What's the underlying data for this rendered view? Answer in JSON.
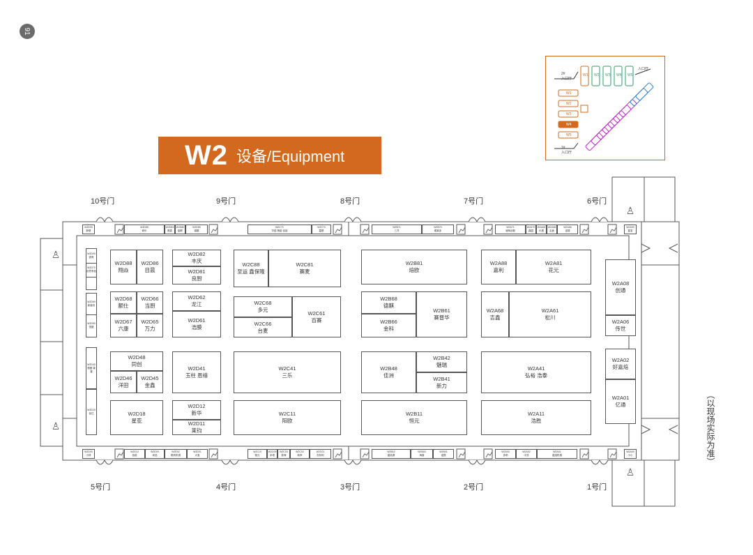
{
  "page_number": "91",
  "title": {
    "code": "W2",
    "text": "设备/Equipment"
  },
  "note": "（以现场实际为准）",
  "doors_top": [
    "10号门",
    "9号门",
    "8号门",
    "7号门",
    "6号门"
  ],
  "doors_bottom": [
    "5号门",
    "4号门",
    "3号门",
    "2号门",
    "1号门"
  ],
  "inset": {
    "top_halls": [
      "W1",
      "W2",
      "W3",
      "W4",
      "W5"
    ],
    "side_halls": [
      "W1",
      "W2",
      "W3",
      "W4",
      "W5"
    ],
    "entrance_top": "2#\n入口厅",
    "entrance_right": "入口厅",
    "entrance_bottom": "1#\n入口厅"
  },
  "booths": {
    "d88": {
      "code": "W2D88",
      "name": "翔焱"
    },
    "d86": {
      "code": "W2D86",
      "name": "目晨"
    },
    "d82": {
      "code": "W2D82",
      "name": "丰庆"
    },
    "d81": {
      "code": "W2D81",
      "name": "良厨"
    },
    "d68": {
      "code": "W2D68",
      "name": "额仕"
    },
    "d66": {
      "code": "W2D66",
      "name": "当厨"
    },
    "d67": {
      "code": "W2D67",
      "name": "六康"
    },
    "d65": {
      "code": "W2D65",
      "name": "万力"
    },
    "d62": {
      "code": "W2D62",
      "name": "龙江"
    },
    "d61": {
      "code": "W2D61",
      "name": "浩膜"
    },
    "d48": {
      "code": "W2D48",
      "name": "同创"
    },
    "d46": {
      "code": "W2D46",
      "name": "洋田"
    },
    "d45": {
      "code": "W2D45",
      "name": "金鑫"
    },
    "d41": {
      "code": "W2D41",
      "name": "玉柱 恩禧"
    },
    "d18": {
      "code": "W2D18",
      "name": "星亚"
    },
    "d12": {
      "code": "W2D12",
      "name": "新华"
    },
    "d11": {
      "code": "W2D11",
      "name": "莱钧"
    },
    "c88": {
      "code": "W2C88",
      "name": "至运 鑫保隆"
    },
    "c81": {
      "code": "W2C81",
      "name": "赛麦"
    },
    "c68": {
      "code": "W2C68",
      "name": "多元"
    },
    "c66": {
      "code": "W2C66",
      "name": "台麦"
    },
    "c61": {
      "code": "W2C61",
      "name": "百赛"
    },
    "c41": {
      "code": "W2C41",
      "name": "三乐"
    },
    "c11": {
      "code": "W2C11",
      "name": "阳欧"
    },
    "b81": {
      "code": "W2B81",
      "name": "焙欧"
    },
    "b68": {
      "code": "W2B68",
      "name": "德麒"
    },
    "b66": {
      "code": "W2B66",
      "name": "金科"
    },
    "b61": {
      "code": "W2B61",
      "name": "赛普华"
    },
    "b48": {
      "code": "W2B48",
      "name": "佳洲"
    },
    "b42": {
      "code": "W2B42",
      "name": "魅瑞"
    },
    "b41": {
      "code": "W2B41",
      "name": "新力"
    },
    "b11": {
      "code": "W2B11",
      "name": "恒元"
    },
    "a88": {
      "code": "W2A88",
      "name": "嘉利"
    },
    "a81": {
      "code": "W2A81",
      "name": "花元"
    },
    "a68": {
      "code": "W2A68",
      "name": "吉鑫"
    },
    "a61": {
      "code": "W2A61",
      "name": "松川"
    },
    "a41": {
      "code": "W2A41",
      "name": "弘裕 浩泰"
    },
    "a11": {
      "code": "W2A11",
      "name": "浩胜"
    },
    "a08": {
      "code": "W2A08",
      "name": "创通"
    },
    "a06": {
      "code": "W2A06",
      "name": "传世"
    },
    "a02": {
      "code": "W2A02",
      "name": "好嘉焙"
    },
    "a01": {
      "code": "W2A01",
      "name": "亿通"
    }
  },
  "mini_top": [
    {
      "code": "W2D85",
      "name": "奇乐"
    },
    {
      "code": "W2D83",
      "name": "赛麦"
    },
    {
      "code": "W2D80",
      "name": "韶联"
    },
    {
      "code": "W2D80",
      "name": "锦鹏"
    },
    {
      "code": "W2C71",
      "name": "华焙 精焙 佳焙"
    },
    {
      "code": "W2C70",
      "name": "嘉联"
    },
    {
      "code": "W2B71",
      "name": "三洋"
    },
    {
      "code": "W2B70",
      "name": "德莱多"
    },
    {
      "code": "W2A71",
      "name": "昶辉创新"
    },
    {
      "code": "W2A70",
      "name": "森园"
    },
    {
      "code": "W2A69",
      "name": "乐昌"
    },
    {
      "code": "W2A68",
      "name": "吉鑫"
    },
    {
      "code": "W2A66",
      "name": "诺德"
    }
  ],
  "mini_bottom": [
    {
      "code": "W2D10",
      "name": "佰焙"
    },
    {
      "code": "W2D09",
      "name": "尚品"
    },
    {
      "code": "W2D02",
      "name": "顺风机械"
    },
    {
      "code": "W2D01",
      "name": "大宝"
    },
    {
      "code": "W2C10",
      "name": "驰元"
    },
    {
      "code": "W2C09",
      "name": "本塔"
    },
    {
      "code": "W2C03",
      "name": "新海"
    },
    {
      "code": "W2C02",
      "name": "和声"
    },
    {
      "code": "W2C01",
      "name": "凯特利"
    },
    {
      "code": "W2B10",
      "name": "嘉焙源"
    },
    {
      "code": "W2B03",
      "name": "海鑫"
    },
    {
      "code": "W2B01",
      "name": "诺德"
    },
    {
      "code": "W2A03",
      "name": "多助"
    },
    {
      "code": "W2A02",
      "name": "中亚"
    },
    {
      "code": "W2A01",
      "name": "嘉焙机械"
    }
  ],
  "mini_left": [
    {
      "code": "W2D90",
      "name": "锐有"
    },
    {
      "code": "W2D70",
      "name": "创意有色"
    },
    {
      "code": "W2D69",
      "name": "新鑫世"
    },
    {
      "code": "W2D50",
      "name": "恒盛"
    },
    {
      "code": "W2D49",
      "name": "昌盛"
    },
    {
      "code": "W2D40",
      "name": "德盛 康普"
    },
    {
      "code": "W2D20",
      "name": "创达"
    }
  ],
  "mini_corners": [
    {
      "code": "W2D90",
      "name": "新联"
    },
    {
      "code": "W2A90",
      "name": "星发"
    },
    {
      "code": "W2D00",
      "name": "小林"
    },
    {
      "code": "W2A00",
      "name": "小小"
    }
  ]
}
